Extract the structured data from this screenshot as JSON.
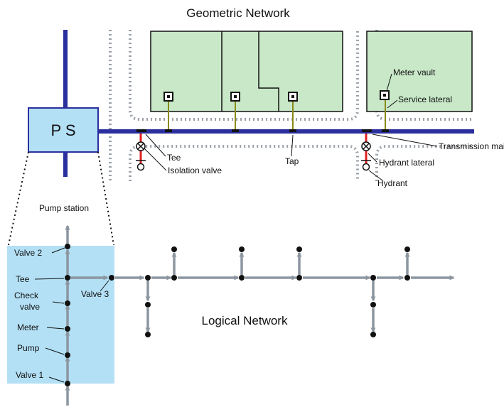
{
  "geometric": {
    "title": "Geometric Network",
    "pump_station_label": "P S",
    "labels": {
      "meter_vault": "Meter vault",
      "service_lateral": "Service lateral",
      "transmission_main": "Transmission main",
      "tee": "Tee",
      "isolation_valve": "Isolation valve",
      "tap": "Tap",
      "hydrant_lateral": "Hydrant lateral",
      "hydrant": "Hydrant"
    }
  },
  "pump_station_caption": "Pump station",
  "logical": {
    "title": "Logical Network",
    "labels": {
      "valve2": "Valve 2",
      "tee": "Tee",
      "check_valve_line1": "Check",
      "check_valve_line2": "valve",
      "meter": "Meter",
      "pump": "Pump",
      "valve1": "Valve 1",
      "valve3": "Valve 3"
    }
  },
  "colors": {
    "main_pipe": "#2b2f9e",
    "parcel_fill": "#c8e8c8",
    "pump_station_fill": "#b3e0f5",
    "logical_highlight": "#b3e0f5",
    "service_line": "#8a8a1a",
    "hydrant_line": "#e02020",
    "edge_arrow": "#8c96a0",
    "road_dots": "#9aa0a8"
  }
}
